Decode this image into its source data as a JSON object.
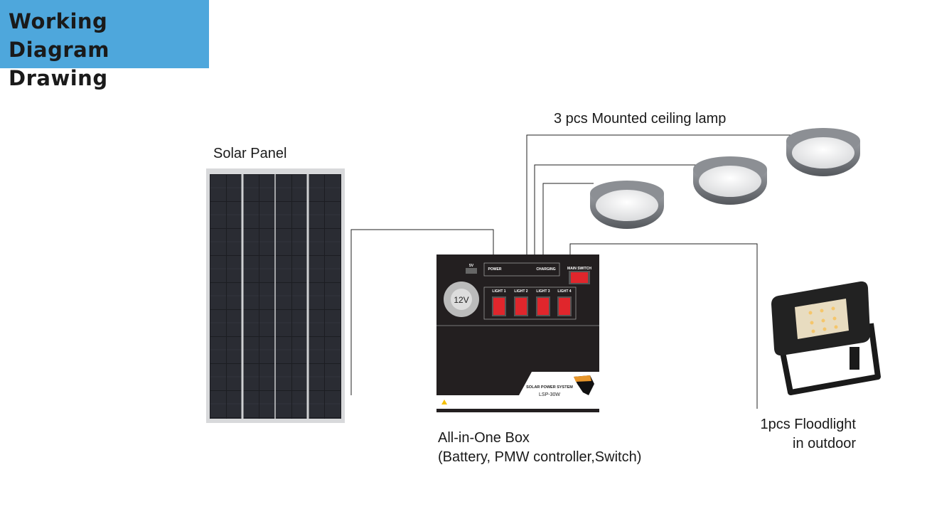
{
  "title": {
    "line1": "Working Diagram",
    "line2": "Drawing"
  },
  "labels": {
    "solar_panel": "Solar Panel",
    "ceiling_lamps": "3 pcs Mounted ceiling lamp",
    "box_line1": "All-in-One Box",
    "box_line2": "(Battery, PMW controller,Switch)",
    "flood_line1": "1pcs Floodlight",
    "flood_line2": "in outdoor"
  },
  "box": {
    "usb": "5V",
    "power": "POWER",
    "charging": "CHARGING",
    "main_switch": "MAIN SWITCH",
    "socket": "12V",
    "switches": [
      "LIGHT 1",
      "LIGHT 2",
      "LIGHT 3",
      "LIGHT 4"
    ],
    "brand": "SOLAR POWER SYSTEM",
    "model": "LSP-30W"
  },
  "colors": {
    "title_bg": "#4ea7dc",
    "box": "#231f20",
    "switch": "#e0262c"
  }
}
